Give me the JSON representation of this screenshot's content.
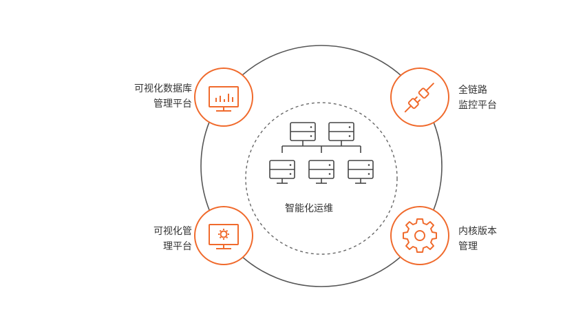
{
  "colors": {
    "accent": "#f06a2c",
    "ring": "#555555",
    "dashed": "#666666",
    "server": "#444444",
    "text": "#333333",
    "badge_fill": "#ffffff"
  },
  "center": {
    "title": "智能化运维",
    "icon": "server-network-icon"
  },
  "nodes": [
    {
      "id": "db",
      "icon": "bar-chart-monitor-icon",
      "lines": [
        "可视化数据库",
        "管理平台"
      ]
    },
    {
      "id": "link",
      "icon": "plug-connect-icon",
      "lines": [
        "全链路",
        "监控平台"
      ]
    },
    {
      "id": "mgmt",
      "icon": "gear-monitor-icon",
      "lines": [
        "可视化管",
        "理平台"
      ]
    },
    {
      "id": "kernel",
      "icon": "gear-icon",
      "lines": [
        "内核版本",
        "管理"
      ]
    }
  ]
}
